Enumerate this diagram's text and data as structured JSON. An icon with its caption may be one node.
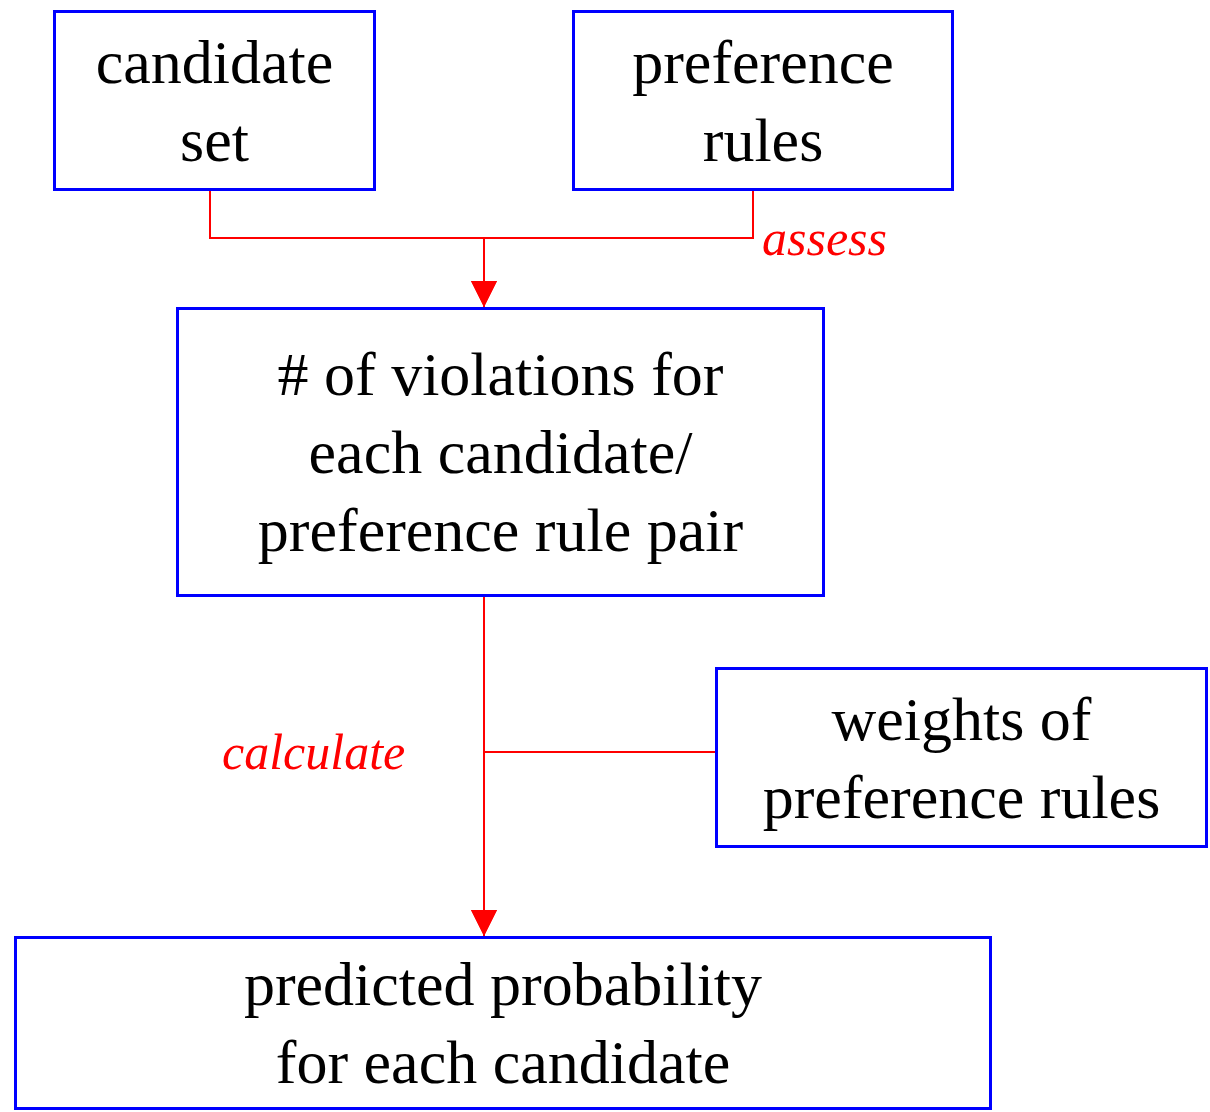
{
  "diagram": {
    "nodes": [
      {
        "text": [
          "candidate set"
        ]
      },
      {
        "text": [
          "preference rules"
        ]
      },
      {
        "text": [
          "# of violations for each candidate/ preference rule pair"
        ]
      },
      {
        "text": [
          "weights of preference rules"
        ]
      },
      {
        "text": [
          "predicted probability for each candidate"
        ]
      }
    ],
    "edges": [
      {
        "from": 0,
        "to": 2,
        "arrow": "to",
        "color": "#ff0000"
      },
      {
        "from": 1,
        "to": 2,
        "arrow": "to",
        "label": "assess",
        "color": "#ff0000"
      },
      {
        "from": 2,
        "to": 4,
        "arrow": "to",
        "label": "calculate",
        "color": "#ff0000"
      },
      {
        "from": 3,
        "to": 4,
        "arrow": "to",
        "color": "#ff0000"
      }
    ]
  }
}
